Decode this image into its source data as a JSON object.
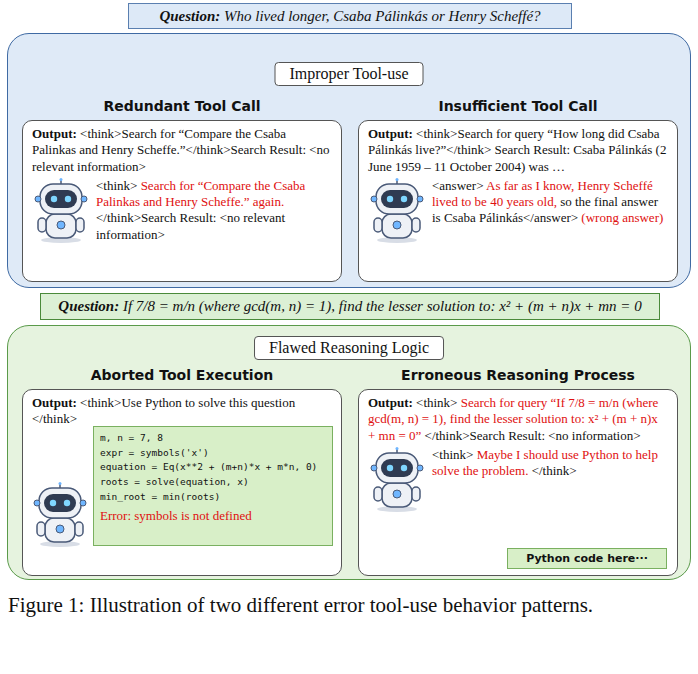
{
  "diagram": {
    "caption": "Figure 1: Illustration of two different error tool-use behavior patterns.",
    "nodes": [
      {
        "text": [
          "Question:",
          "Who lived longer, Csaba Pálinkás or Henry Scheffé?"
        ]
      },
      {
        "text": [
          "Improper Tool-use"
        ]
      },
      {
        "text": [
          "Redundant Tool Call",
          "Output:",
          "<think>Search for “Compare the Csaba Palinkas and Henry Scheffe.”</think>Search Result: <no relevant information>",
          "<think>",
          "Search for “Compare the Csaba Palinkas and Henry Scheffe.” again.",
          "</think>Search Result: <no relevant information>"
        ],
        "in": 1
      },
      {
        "text": [
          "Insufficient Tool Call",
          "Output:",
          "<think>Search for query “How long did Csaba Pálinkás live?”</think> Search Result: Csaba Pálinkás (2 June 1959 – 11 October 2004) was …",
          "<answer>",
          "As far as I know, Henry Scheffé lived to be 40 years old,",
          "so the final answer is Csaba Pálinkás</answer>",
          "(wrong answer)"
        ],
        "in": 1
      },
      {
        "text": [
          "Question:",
          "If 7/8 = m/n (where gcd(m, n) = 1), find the lesser solution to: x² + (m + n)x + mn = 0"
        ]
      },
      {
        "text": [
          "Flawed Reasoning Logic"
        ]
      },
      {
        "text": [
          "Aborted Tool Execution",
          "Output:",
          "<think>Use Python to solve this question </think>"
        ],
        "in": 5
      },
      {
        "text": [
          "m, n = 7, 8",
          "expr = symbols('x')",
          "equation = Eq(x**2 + (m+n)*x + m*n, 0)",
          "roots = solve(equation, x)",
          "min_root = min(roots)",
          "Error: symbols is not defined"
        ],
        "in": 6
      },
      {
        "text": [
          "Erroneous Reasoning Process",
          "Output:",
          "<think>",
          "Search for query “If 7/8 = m/n (where gcd(m, n) = 1), find the lesser solution to: x² + (m + n)x + mn = 0”",
          "</think>Search Result: <no information>",
          "<think>",
          "Maybe I should use Python to help solve the problem.",
          "</think>"
        ],
        "in": 5
      },
      {
        "text": [
          "Python code here···"
        ],
        "in": 8
      }
    ]
  }
}
